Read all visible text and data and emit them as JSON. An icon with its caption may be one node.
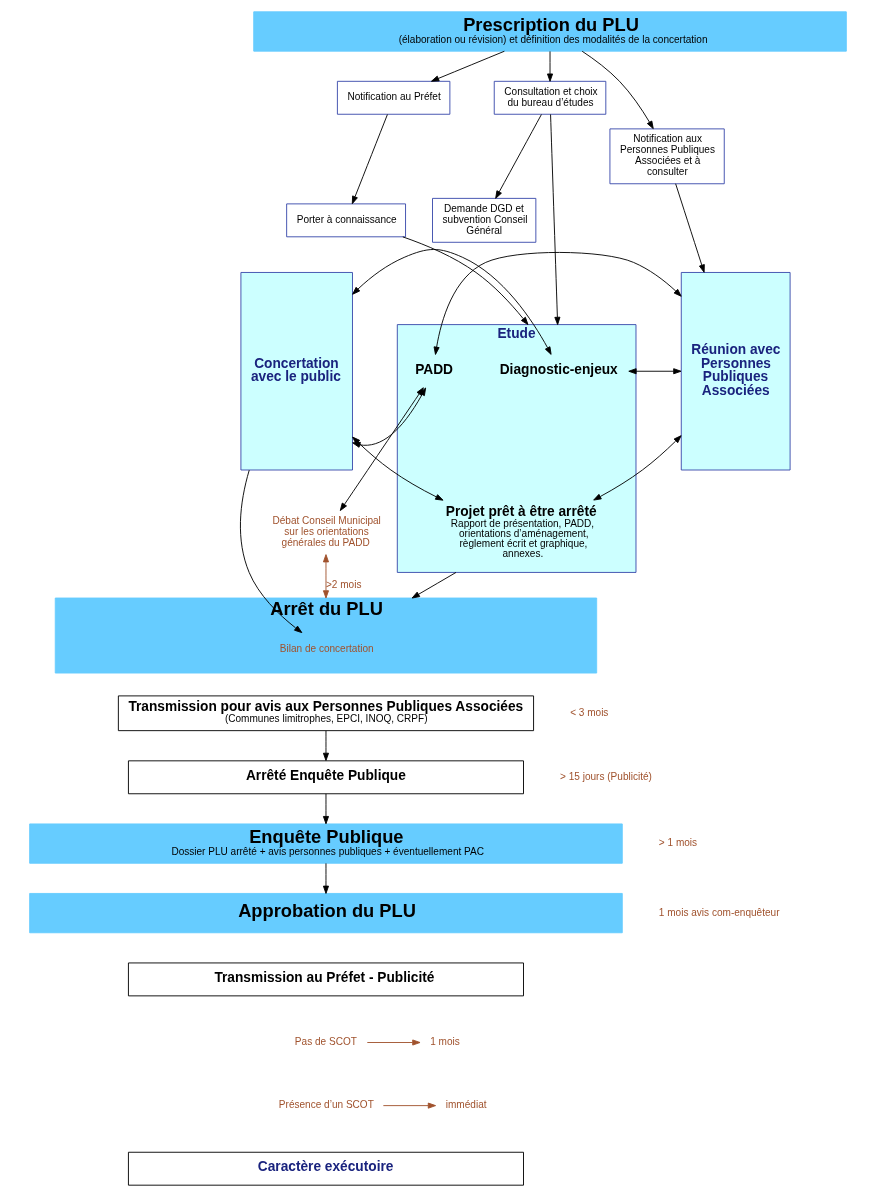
{
  "diagram": {
    "nodes": [
      {
        "text": [
          "Prescription du PLU",
          "(élaboration ou révision) et définition des modalités de la concertation"
        ]
      },
      {
        "text": [
          "Notification au Préfet"
        ]
      },
      {
        "text": [
          "Consultation et choix du bureau d’études"
        ]
      },
      {
        "text": [
          "Notification aux Personnes Publiques Associées et à consulter"
        ]
      },
      {
        "text": [
          "Porter à connaissance"
        ]
      },
      {
        "text": [
          "Demande DGD et subvention Conseil Général"
        ]
      },
      {
        "text": [
          "Concertation avec le public"
        ]
      },
      {
        "text": [
          "Etude"
        ]
      },
      {
        "text": [
          "Diagnostic-enjeux"
        ],
        "in": 7
      },
      {
        "text": [
          "PADD"
        ],
        "in": 7
      },
      {
        "text": [
          "Projet prêt à être arrêté",
          "Rapport de présentation, PADD, orientations d’aménagement, règlement écrit et graphique, annexes."
        ],
        "in": 7
      },
      {
        "text": [
          "Réunion avec Personnes Publiques Associées"
        ]
      },
      {
        "text": [
          "Débat Conseil Municipal sur les orientations générales du PADD"
        ]
      },
      {
        "text": [
          "Arrêt du PLU"
        ]
      },
      {
        "text": [
          "Bilan de concertation"
        ],
        "in": 13
      },
      {
        "text": [
          "Transmission pour avis aux Personnes Publiques Associées",
          "(Communes limitrophes, EPCI, INOQ, CRPF)"
        ]
      },
      {
        "text": [
          "Arrêté Enquête Publique"
        ]
      },
      {
        "text": [
          "Enquête Publique",
          "Dossier PLU arrêté + avis personnes publiques + éventuellement PAC"
        ]
      },
      {
        "text": [
          "Approbation du PLU"
        ]
      },
      {
        "text": [
          "Transmission au Préfet - Publicité"
        ]
      },
      {
        "text": [
          "Caractère exécutoire"
        ]
      },
      {
        "text": [
          "Pas de SCOT"
        ]
      },
      {
        "text": [
          "1 mois"
        ]
      },
      {
        "text": [
          "Présence d’un SCOT"
        ]
      },
      {
        "text": [
          "immédiat"
        ]
      }
    ],
    "edges": [
      {
        "from": 0,
        "to": 1,
        "arrow": "to"
      },
      {
        "from": 0,
        "to": 2,
        "arrow": "to"
      },
      {
        "from": 0,
        "to": 3,
        "arrow": "to"
      },
      {
        "from": 1,
        "to": 4,
        "arrow": "to"
      },
      {
        "from": 2,
        "to": 5,
        "arrow": "to"
      },
      {
        "from": 4,
        "to": 7,
        "arrow": "to"
      },
      {
        "from": 2,
        "to": 7,
        "arrow": "to"
      },
      {
        "from": 3,
        "to": 11,
        "arrow": "to"
      },
      {
        "from": 6,
        "to": 8,
        "arrow": "both"
      },
      {
        "from": 6,
        "to": 9,
        "arrow": "both"
      },
      {
        "from": 6,
        "to": 10,
        "arrow": "both"
      },
      {
        "from": 8,
        "to": 11,
        "arrow": "both"
      },
      {
        "from": 9,
        "to": 11,
        "arrow": "both"
      },
      {
        "from": 10,
        "to": 11,
        "arrow": "both"
      },
      {
        "from": 9,
        "to": 12,
        "arrow": "both"
      },
      {
        "from": 12,
        "to": 13,
        "arrow": "both",
        "label": ">2 mois",
        "color": "#a0522d"
      },
      {
        "from": 6,
        "to": 14,
        "arrow": "to"
      },
      {
        "from": 7,
        "to": 13,
        "arrow": "to"
      },
      {
        "from": 15,
        "to": 16,
        "arrow": "to"
      },
      {
        "from": 16,
        "to": 17,
        "arrow": "to"
      },
      {
        "from": 17,
        "to": 18,
        "arrow": "to"
      },
      {
        "from": 21,
        "to": 22,
        "arrow": "to",
        "color": "#a0522d"
      },
      {
        "from": 23,
        "to": 24,
        "arrow": "to",
        "color": "#a0522d"
      }
    ],
    "labels": [
      "< 3 mois",
      "> 15 jours (Publicité)",
      "> 1 mois",
      "1 mois avis com-enquêteur"
    ]
  }
}
